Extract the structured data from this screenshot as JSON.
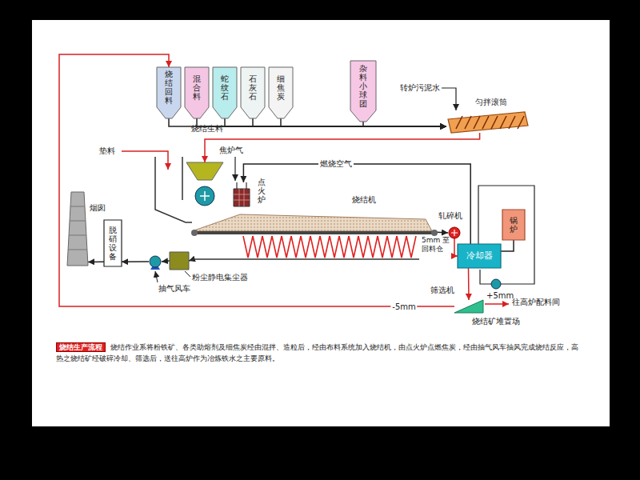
{
  "diagram": {
    "title": "烧结生产流程",
    "caption": "烧结作业系将粉铁矿、各类助熔剂及细焦炭经由混拌、造粒后，经由布料系统加入烧结机，由点火炉点燃焦炭，经由抽气风车抽风完成烧结反应，高热之烧结矿经破碎冷却、筛选后，送往高炉作为冶炼铁水之主要原料。",
    "nodes": [
      {
        "text": [
          "烧结回料"
        ]
      },
      {
        "text": [
          "混合料"
        ]
      },
      {
        "text": [
          "蛇纹石"
        ]
      },
      {
        "text": [
          "石灰石"
        ]
      },
      {
        "text": [
          "细焦炭"
        ]
      },
      {
        "text": [
          "杂料小球团"
        ]
      },
      {
        "text": [
          "匀拌滚筒"
        ]
      },
      {
        "text": [
          "烧结生料"
        ]
      },
      {
        "text": [
          "点火炉"
        ]
      },
      {
        "text": [
          "烧结机"
        ]
      },
      {
        "text": [
          "轧碎机"
        ]
      },
      {
        "text": [
          "冷却器"
        ]
      },
      {
        "text": [
          "锅炉"
        ]
      },
      {
        "text": [
          "筛选机"
        ]
      },
      {
        "text": [
          "粉尘静电集尘器"
        ]
      },
      {
        "text": [
          "抽气风车"
        ]
      },
      {
        "text": [
          "脱硝设备"
        ]
      },
      {
        "text": [
          "烟囱"
        ]
      }
    ],
    "edges": [
      {
        "from": 0,
        "to": 6,
        "arrow": "to"
      },
      {
        "from": 1,
        "to": 6,
        "arrow": "to"
      },
      {
        "from": 2,
        "to": 6,
        "arrow": "to"
      },
      {
        "from": 3,
        "to": 6,
        "arrow": "to"
      },
      {
        "from": 4,
        "to": 6,
        "arrow": "to"
      },
      {
        "from": 5,
        "to": 6,
        "arrow": "to"
      },
      {
        "from": 6,
        "to": 7,
        "arrow": "to"
      },
      {
        "from": 9,
        "to": 10,
        "arrow": "to"
      },
      {
        "from": 10,
        "to": 11,
        "arrow": "to"
      },
      {
        "from": 11,
        "to": 12,
        "arrow": "none"
      },
      {
        "from": 11,
        "to": 8,
        "label": "燃烧空气",
        "arrow": "to"
      },
      {
        "from": 11,
        "to": 13,
        "arrow": "to"
      },
      {
        "from": 13,
        "to": 0,
        "label": "-5mm",
        "arrow": "to"
      },
      {
        "from": 9,
        "to": 14,
        "arrow": "to"
      },
      {
        "from": 14,
        "to": 15,
        "arrow": "to"
      },
      {
        "from": 15,
        "to": 16,
        "arrow": "to"
      },
      {
        "from": 16,
        "to": 17,
        "arrow": "to"
      }
    ],
    "labels": [
      "垫料",
      "焦炉气",
      "转炉污泥水",
      "5mm 至回料仓",
      "+5mm",
      "往高炉配料间",
      "烧结矿堆置场"
    ]
  }
}
